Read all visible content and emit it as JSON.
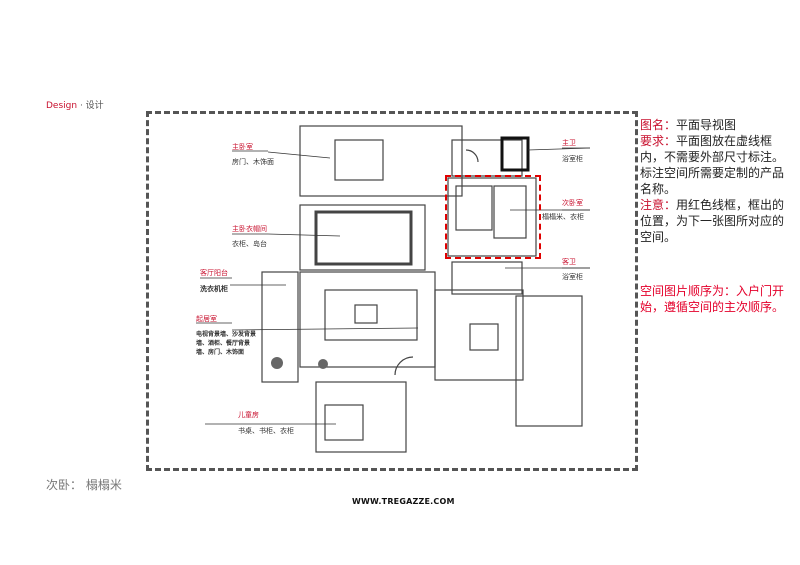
{
  "brand": {
    "title": "Design",
    "sub": "· 设计"
  },
  "labels": {
    "master_bedroom": {
      "title": "主卧室",
      "desc": "房门、木饰面"
    },
    "master_closet": {
      "title": "主卧衣帽间",
      "desc": "衣柜、岛台"
    },
    "balcony": {
      "title": "客厅阳台",
      "desc": "洗衣机柜"
    },
    "living": {
      "title": "起居室",
      "desc": "电视背景墙、沙发背景墙、酒柜、餐厅背景墙、房门、木饰面"
    },
    "kids_room": {
      "title": "儿童房",
      "desc": "书桌、书柜、衣柜"
    },
    "master_bath": {
      "title": "主卫",
      "desc": "浴室柜"
    },
    "second_bedroom": {
      "title": "次卧室",
      "desc": "榻榻米、衣柜"
    },
    "guest_bath": {
      "title": "客卫",
      "desc": "浴室柜"
    }
  },
  "notes": {
    "name_label": "图名：",
    "name_value": "平面导视图",
    "req_label": "要求：",
    "req_value": "平面图放在虚线框内，不需要外部尺寸标注。标注空间所需要定制的产品名称。",
    "note_label": "注意：",
    "note_value": "用红色线框，框出的位置，为下一张图所对应的空间。"
  },
  "order_text": "空间图片顺序为：入户门开始，遵循空间的主次顺序。",
  "caption": "次卧：  榻榻米",
  "footer": "WWW.TREGAZZE.COM",
  "colors": {
    "accent": "#c8102e",
    "highlight": "#e00000"
  }
}
